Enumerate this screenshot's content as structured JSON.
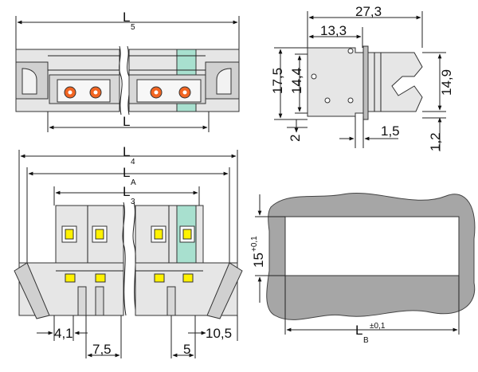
{
  "top_view": {
    "L5": {
      "main": "L",
      "sub": "5"
    },
    "L": "L"
  },
  "side_view": {
    "d27_3": "27,3",
    "d13_3": "13,3",
    "d17_5": "17,5",
    "d14_4": "14,4",
    "d14_9": "14,9",
    "d2": "2",
    "d1_5": "1,5",
    "d1_2": "1,2"
  },
  "front_view": {
    "L4": {
      "main": "L",
      "sub": "4"
    },
    "LA": {
      "main": "L",
      "sub": "A"
    },
    "L3": {
      "main": "L",
      "sub": "3"
    },
    "d4_1": "4,1",
    "d7_5": "7,5",
    "d5": "5",
    "d10_5": "10,5"
  },
  "cutout_view": {
    "height": {
      "main": "15",
      "tol": "+0,1"
    },
    "LB": {
      "main": "L",
      "sub": "B",
      "tol": "±0,1"
    }
  },
  "colors": {
    "body": "#e6e6e6",
    "dark": "#bdbdbd",
    "accent_green": "#a8e0cf",
    "contact_orange": "#f26522",
    "contact_yellow": "#fff200",
    "panel": "#a6a6a6"
  }
}
